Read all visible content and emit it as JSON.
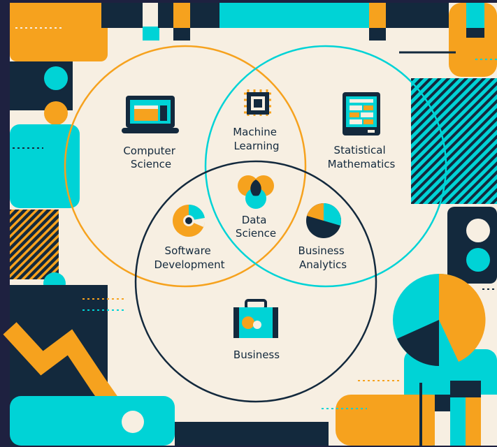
{
  "colors": {
    "navy": "#13293d",
    "orange": "#f6a21e",
    "cyan": "#00d3d6",
    "cream": "#f7efe2",
    "frame": "#1e2140"
  },
  "diagram": {
    "center": {
      "lines": [
        "Data",
        "Science"
      ],
      "icon": "venn-icon"
    },
    "areas": [
      {
        "id": "computer-science",
        "lines": [
          "Computer",
          "Science"
        ],
        "icon": "laptop-icon",
        "circle_color": "orange"
      },
      {
        "id": "statistical-mathematics",
        "lines": [
          "Statistical",
          "Mathematics"
        ],
        "icon": "spreadsheet-icon",
        "circle_color": "cyan"
      },
      {
        "id": "business",
        "lines": [
          "Business"
        ],
        "icon": "briefcase-icon",
        "circle_color": "navy"
      },
      {
        "id": "machine-learning",
        "lines": [
          "Machine",
          "Learning"
        ],
        "icon": "chip-icon"
      },
      {
        "id": "software-development",
        "lines": [
          "Software",
          "Development"
        ],
        "icon": "disk-chart-icon"
      },
      {
        "id": "business-analytics",
        "lines": [
          "Business",
          "Analytics"
        ],
        "icon": "pie-chart-icon"
      }
    ]
  }
}
